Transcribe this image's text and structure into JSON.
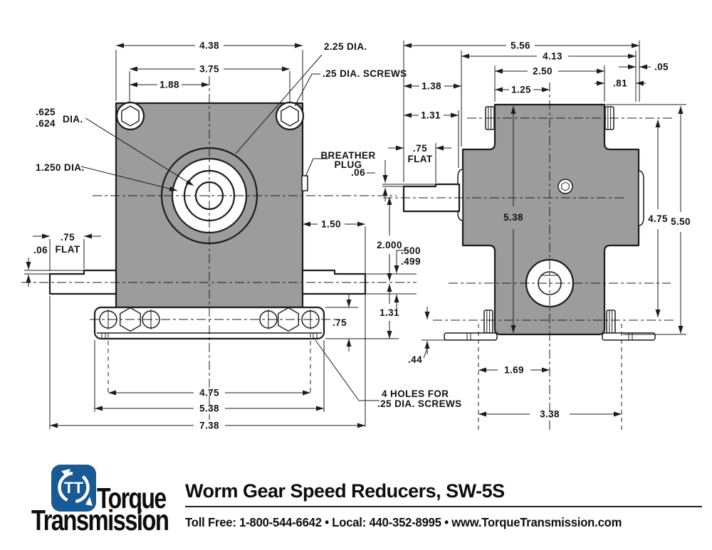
{
  "colors": {
    "body_gray": "#9c9c9c",
    "line": "#1c1c1c",
    "logo_blue": "#175a96"
  },
  "front": {
    "dims": {
      "w_overall": "4.38",
      "w_bolts": "3.75",
      "w_half": "1.88",
      "shaft_ext": "1.50",
      "ctr_to_ctr": "2.000",
      "ctr_to_base": "1.31",
      "base_h": ".75",
      "holes_cc": "4.75",
      "base_w": "5.38",
      "total_w": "7.38",
      "flat_len": ".75",
      "flat_word": "FLAT",
      "flat_depth": ".06",
      "shaft_d1": ".500",
      "shaft_d2": ".499"
    },
    "labels": {
      "hub_dia": "2.25 DIA.",
      "screws": ".25 DIA. SCREWS",
      "shaft_dia_1": ".625",
      "shaft_dia_2": ".624",
      "shaft_dia_word": "DIA.",
      "bore_dia": "1.250 DIA.",
      "breather_1": "BREATHER",
      "breather_2": "PLUG",
      "holes_note_1": "4 HOLES FOR",
      "holes_note_2": ".25 DIA. SCREWS"
    }
  },
  "side": {
    "dims": {
      "d_overall": "5.56",
      "d_body": "4.13",
      "d_col": "2.50",
      "gap": ".05",
      "offset": ".81",
      "shaft_len": "1.38",
      "half_col": "1.25",
      "boss_len": "1.31",
      "flat_len": ".75",
      "flat_word": "FLAT",
      "flat_depth": ".06",
      "h_body": "5.38",
      "h_bolts": "4.75",
      "h_overall": "5.50",
      "foot_h": ".44",
      "foot_cc_half": "1.69",
      "foot_cc": "3.38"
    }
  },
  "footer": {
    "logo_monogram": "TT",
    "brand_1": "Torque",
    "brand_2": "Transmission",
    "title": "Worm Gear Speed Reducers, SW-5S",
    "contact": "Toll Free: 1-800-544-6642  •  Local: 440-352-8995  •  www.TorqueTransmission.com"
  }
}
